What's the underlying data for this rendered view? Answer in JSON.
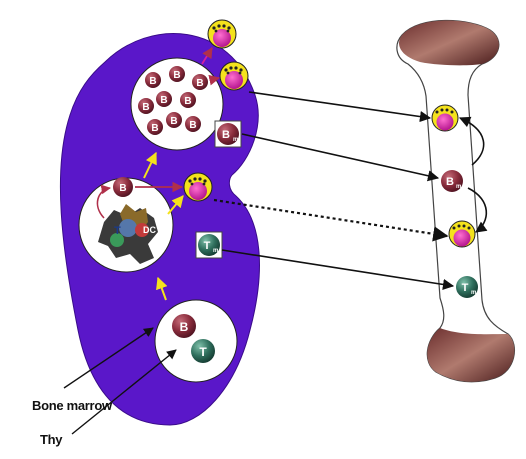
{
  "labels": {
    "bone_marrow": "Bone marrow",
    "thymus_partial": "Thy"
  },
  "cell_letters": {
    "b_cell": "B",
    "t_cell": "T",
    "memory_subscript": "m",
    "dc": "DC",
    "t_in_cluster": "T"
  },
  "colors": {
    "spleen": "#5a17c9",
    "b_cell": "#8a2c3c",
    "t_cell": "#2f6f5d",
    "plasma_cell": "#d11fa0",
    "plasma_ring": "#f4e21c",
    "bone": "#ffffff",
    "bone_end": "#8b4a4a",
    "arrow_yellow": "#f4e21c",
    "arrow_red": "#b0304a",
    "arrow_black": "#111111"
  }
}
